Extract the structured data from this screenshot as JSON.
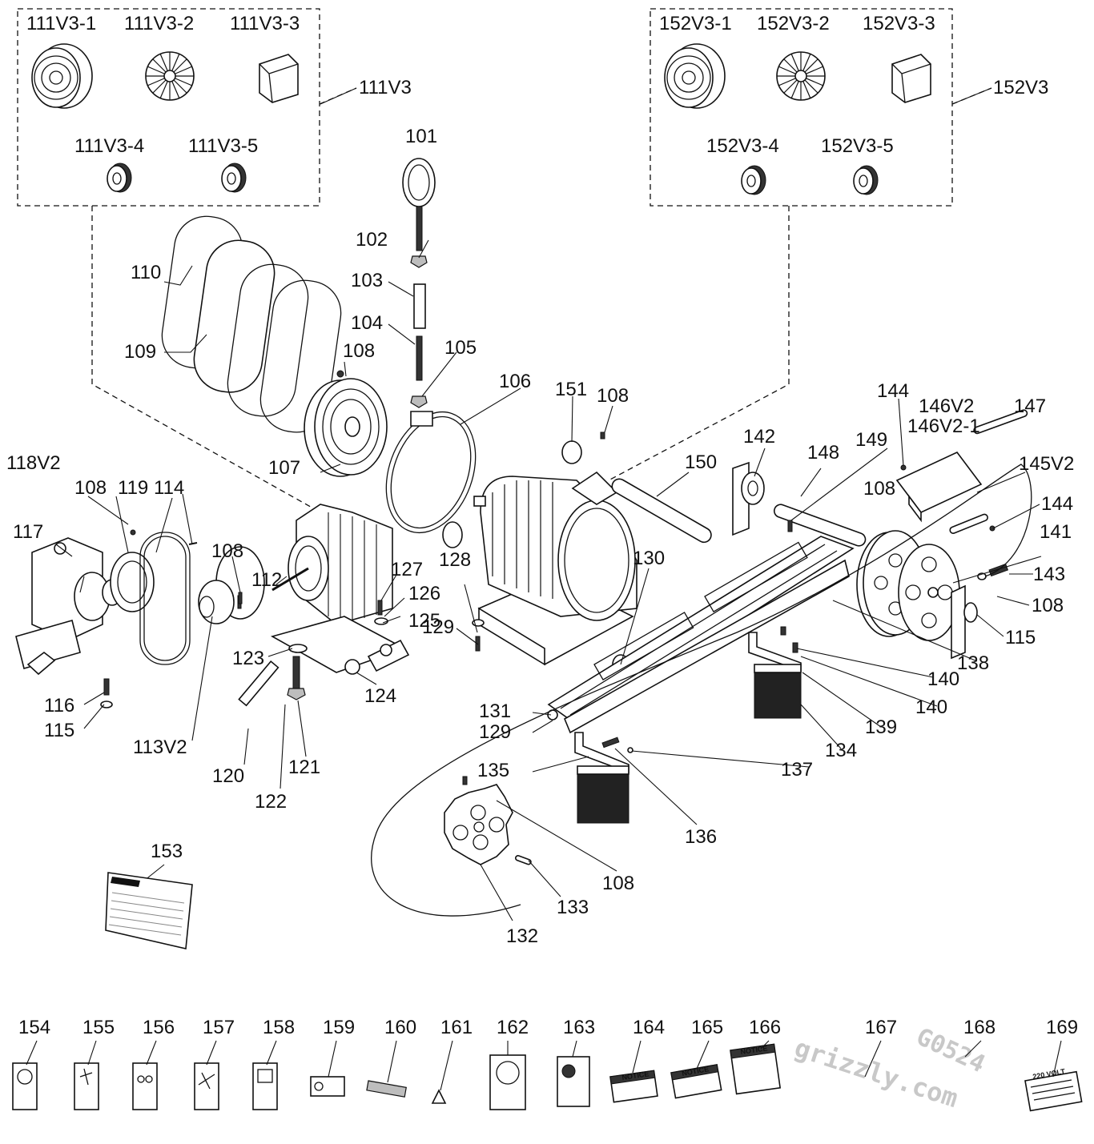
{
  "part_labels": {
    "kit_111": "111V3",
    "kit_111_1": "111V3-1",
    "kit_111_2": "111V3-2",
    "kit_111_3": "111V3-3",
    "kit_111_4": "111V3-4",
    "kit_111_5": "111V3-5",
    "kit_152": "152V3",
    "kit_152_1": "152V3-1",
    "kit_152_2": "152V3-2",
    "kit_152_3": "152V3-3",
    "kit_152_4": "152V3-4",
    "kit_152_5": "152V3-5",
    "p101": "101",
    "p102": "102",
    "p103": "103",
    "p104": "104",
    "p105": "105",
    "p106": "106",
    "p107": "107",
    "p108a": "108",
    "p108b": "108",
    "p108c": "108",
    "p108d": "108",
    "p108e": "108",
    "p108f": "108",
    "p108g": "108",
    "p109": "109",
    "p110": "110",
    "p112": "112",
    "p113": "113V2",
    "p114": "114",
    "p115a": "115",
    "p115b": "115",
    "p116": "116",
    "p117": "117",
    "p118": "118V2",
    "p119": "119",
    "p120": "120",
    "p121": "121",
    "p122": "122",
    "p123": "123",
    "p124": "124",
    "p125": "125",
    "p126": "126",
    "p127": "127",
    "p128": "128",
    "p129a": "129",
    "p129b": "129",
    "p130": "130",
    "p131": "131",
    "p132": "132",
    "p133": "133",
    "p134": "134",
    "p135": "135",
    "p136": "136",
    "p137": "137",
    "p138": "138",
    "p139": "139",
    "p140a": "140",
    "p140b": "140",
    "p141": "141",
    "p142": "142",
    "p143": "143",
    "p144a": "144",
    "p144b": "144",
    "p145": "145V2",
    "p146": "146V2",
    "p146_1": "146V2-1",
    "p147": "147",
    "p148": "148",
    "p149": "149",
    "p150": "150",
    "p151": "151",
    "p153": "153",
    "p154": "154",
    "p155": "155",
    "p156": "156",
    "p157": "157",
    "p158": "158",
    "p159": "159",
    "p160": "160",
    "p161": "161",
    "p162": "162",
    "p163": "163",
    "p164": "164",
    "p165": "165",
    "p166": "166",
    "p167": "167",
    "p168": "168",
    "p169": "169"
  },
  "decal_text": {
    "notice": "NOTICE",
    "voltage": "220 VOLT"
  },
  "decals": {
    "website": "grizzly.com",
    "model": "G0524"
  },
  "colors": {
    "line": "#111111",
    "watermark_grey": "#c8c8c8",
    "fill_grey": "#bdbdbd"
  }
}
